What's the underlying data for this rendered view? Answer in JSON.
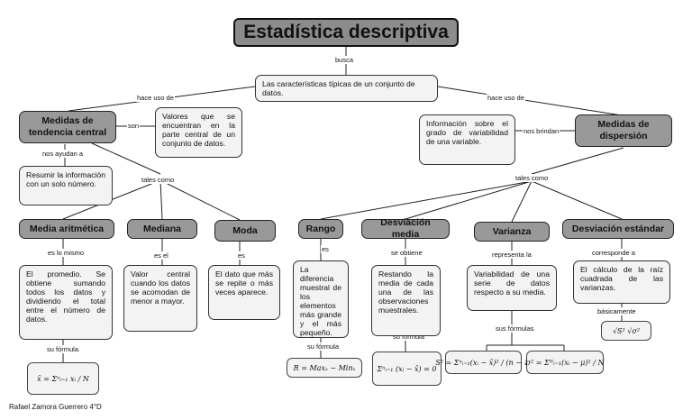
{
  "title": "Estadística descriptiva",
  "links": {
    "busca": "busca",
    "hace_uso_izq": "hace uso de",
    "hace_uso_der": "hace uso de",
    "son": "son",
    "nos_brindan": "nos brindan",
    "nos_ayudan": "nos ayudan a",
    "tales_como_izq": "tales como",
    "tales_como_der": "tales como",
    "es_lo_mismo": "es lo mismo",
    "es_el": "es el",
    "es_moda": "es",
    "es_rango": "es",
    "se_obtiene": "se obtiene",
    "representa": "representa la",
    "corresponde": "corresponde a",
    "su_formula_media": "su fórmula",
    "su_formula_rango": "su fórmula",
    "su_formula_desv": "su fórmula",
    "sus_formulas": "sus fórmulas",
    "basicamente": "básicamente"
  },
  "nodes": {
    "caracteristicas": "Las características típicas de un conjunto de datos.",
    "tendencia": "Medidas de tendencia central",
    "valores": "Valores que se encuentran en la parte central de un conjunto de datos.",
    "resumir": "Resumir la información con un solo número.",
    "dispersion": "Medidas de dispersión",
    "informacion": "Información sobre el grado de variabilidad de una variable.",
    "media": "Media aritmética",
    "mediana": "Mediana",
    "moda": "Moda",
    "rango": "Rango",
    "desv_media": "Desviación media",
    "varianza": "Varianza",
    "desv_estandar": "Desviación estándar",
    "media_desc": "El promedio. Se obtiene sumando todos los datos y dividiendo el total entre el número de datos.",
    "mediana_desc": "Valor central cuando los datos se acomodan de menor a mayor.",
    "moda_desc": "El dato que más se repite o más veces aparece.",
    "rango_desc": "La diferencia muestral de los elementos más grande y el más pequeño.",
    "desvm_desc": "Restando la media de cada una de las observaciones muestrales.",
    "var_desc": "Variabilidad de una serie de datos respecto a su media.",
    "de_desc": "El cálculo de la raíz cuadrada de las varianzas."
  },
  "formulas": {
    "media": "x̄ = Σⁿᵢ₌₁ xᵢ / N",
    "rango": "R = Maxₓ − Minₓ",
    "desv_media": "Σⁿᵢ₌₁ (xᵢ − x̄) = 0",
    "var_muestral": "S² = Σⁿᵢ₌₁(xᵢ − x̄)² / (n − 1)",
    "var_poblacional": "σ² = Σᴺᵢ₌₁(xᵢ − μ)² / N",
    "desv_estandar": "√S²   √σ²"
  },
  "author": "Rafael Zamora Guerrero 4°D"
}
